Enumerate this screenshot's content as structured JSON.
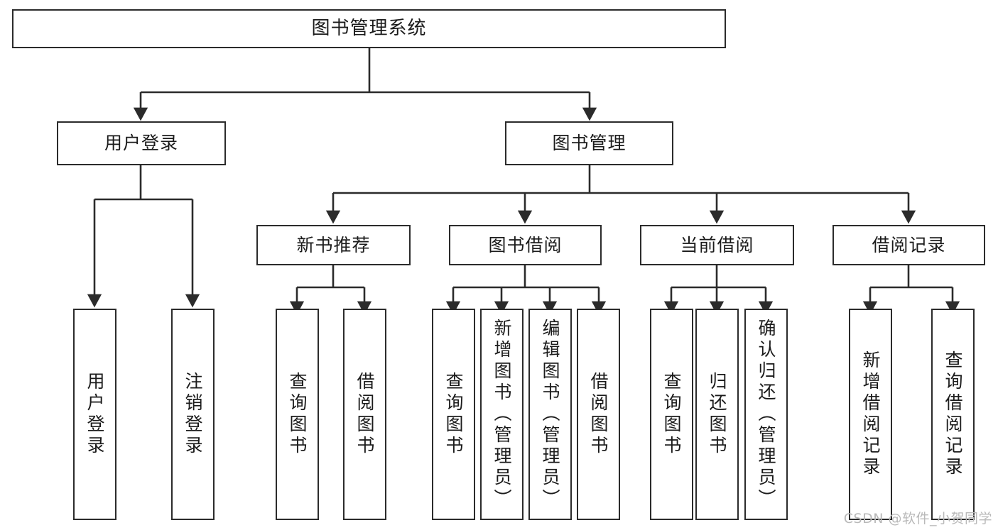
{
  "diagram": {
    "title": "图书管理系统",
    "type": "tree-hierarchy",
    "watermark": "CSDN @软件_小贺同学",
    "root": {
      "label": "图书管理系统"
    },
    "level2": [
      {
        "label": "用户登录"
      },
      {
        "label": "图书管理"
      }
    ],
    "level3": [
      {
        "label": "新书推荐"
      },
      {
        "label": "图书借阅"
      },
      {
        "label": "当前借阅"
      },
      {
        "label": "借阅记录"
      }
    ],
    "leaves": {
      "user_login": [
        {
          "label": "用户登录"
        },
        {
          "label": "注销登录"
        }
      ],
      "new_book_recommend": [
        {
          "label": "查询图书"
        },
        {
          "label": "借阅图书"
        }
      ],
      "book_borrow": [
        {
          "label": "查询图书"
        },
        {
          "label": "新增图书（管理员）"
        },
        {
          "label": "编辑图书（管理员）"
        },
        {
          "label": "借阅图书"
        }
      ],
      "current_borrow": [
        {
          "label": "查询图书"
        },
        {
          "label": "归还图书"
        },
        {
          "label": "确认归还（管理员）"
        }
      ],
      "borrow_record": [
        {
          "label": "新增借阅记录"
        },
        {
          "label": "查询借阅记录"
        }
      ]
    },
    "colors": {
      "stroke": "#2b2b2b",
      "fill": "#ffffff",
      "text": "#1b1b1b",
      "watermark": "#b9b9b9"
    }
  }
}
